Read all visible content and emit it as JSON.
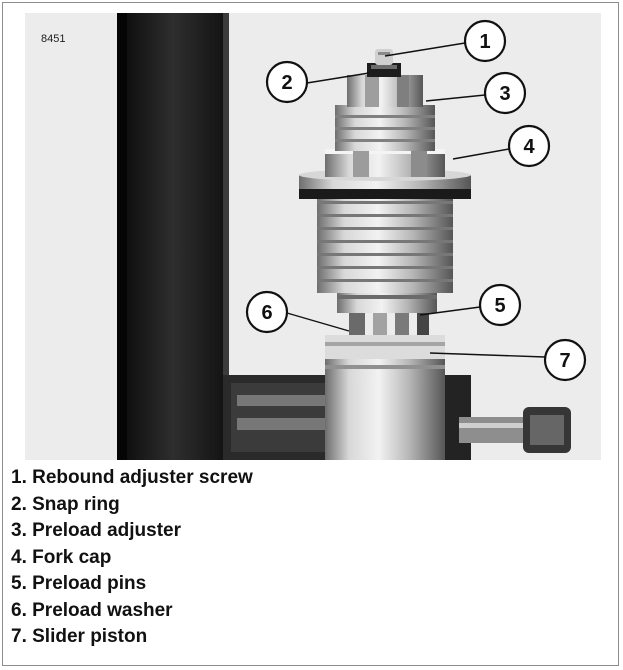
{
  "figure_id": "8451",
  "callouts": [
    "1",
    "2",
    "3",
    "4",
    "5",
    "6",
    "7"
  ],
  "legend": [
    "1. Rebound adjuster screw",
    "2. Snap ring",
    "3. Preload adjuster",
    "4. Fork cap",
    "5. Preload pins",
    "6. Preload washer",
    "7. Slider piston"
  ],
  "colors": {
    "background": "#ececec",
    "stand": "#1b1b1b",
    "metal": "#b7b7b7",
    "callout_stroke": "#111111"
  }
}
